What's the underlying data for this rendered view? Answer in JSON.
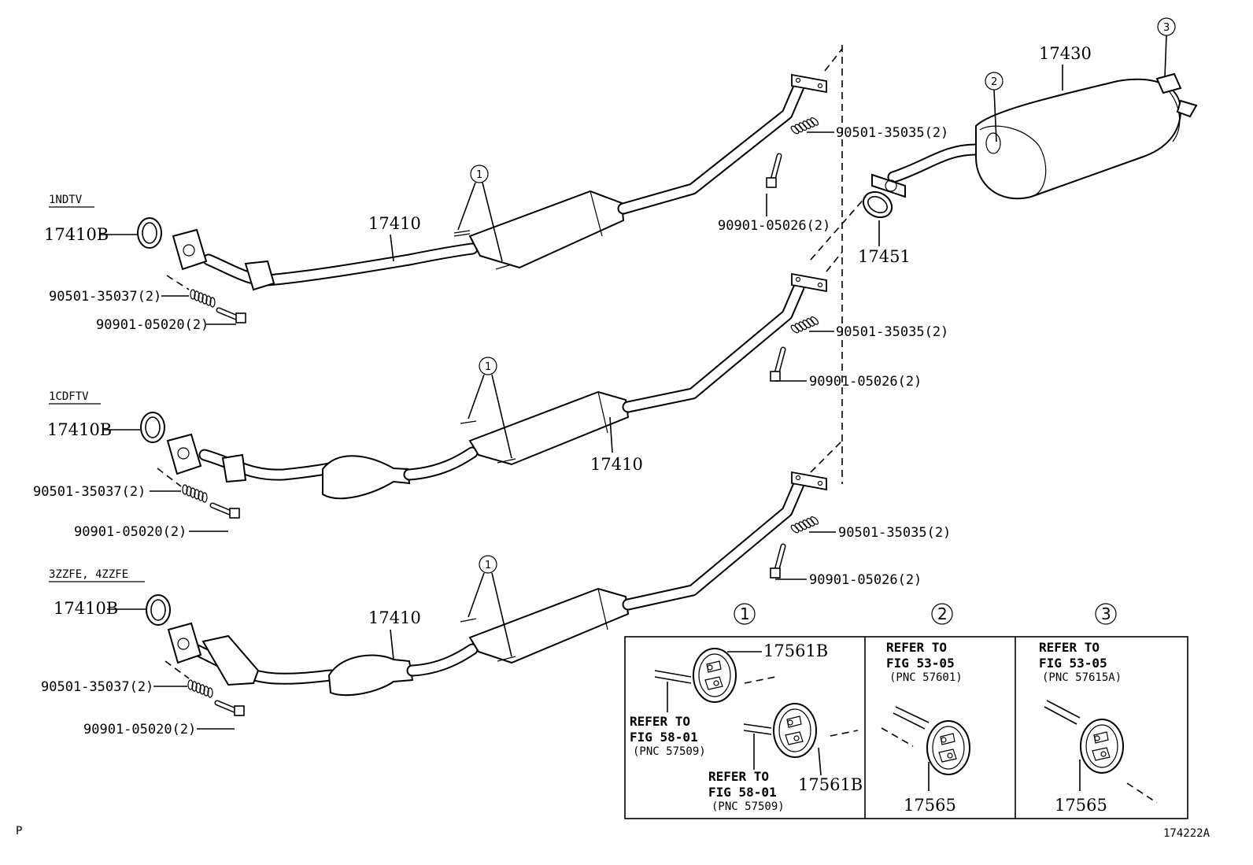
{
  "engines": [
    {
      "label": "1NDTV"
    },
    {
      "label": "1CDFTV"
    },
    {
      "label": "3ZZFE, 4ZZFE"
    }
  ],
  "parts": {
    "gasket_front": "17410B",
    "front_pipe": "17410",
    "spring": "90501-35037(2)",
    "bolt": "90901-05020(2)",
    "spring_rear": "90501-35035(2)",
    "bolt_rear": "90901-05026(2)",
    "gasket_tail": "17451",
    "tail_pipe": "17430"
  },
  "callouts": {
    "one": "1",
    "two": "2",
    "three": "3"
  },
  "detail": {
    "hanger_b": "17561B",
    "hanger": "17565",
    "refer_to": "REFER TO",
    "fig_58": "FIG 58-01",
    "pnc_58": "(PNC 57509)",
    "fig_53": "FIG 53-05",
    "pnc_2": "(PNC 57601)",
    "pnc_3": "(PNC 57615A)"
  },
  "footer": {
    "left": "P",
    "code": "174222A"
  }
}
